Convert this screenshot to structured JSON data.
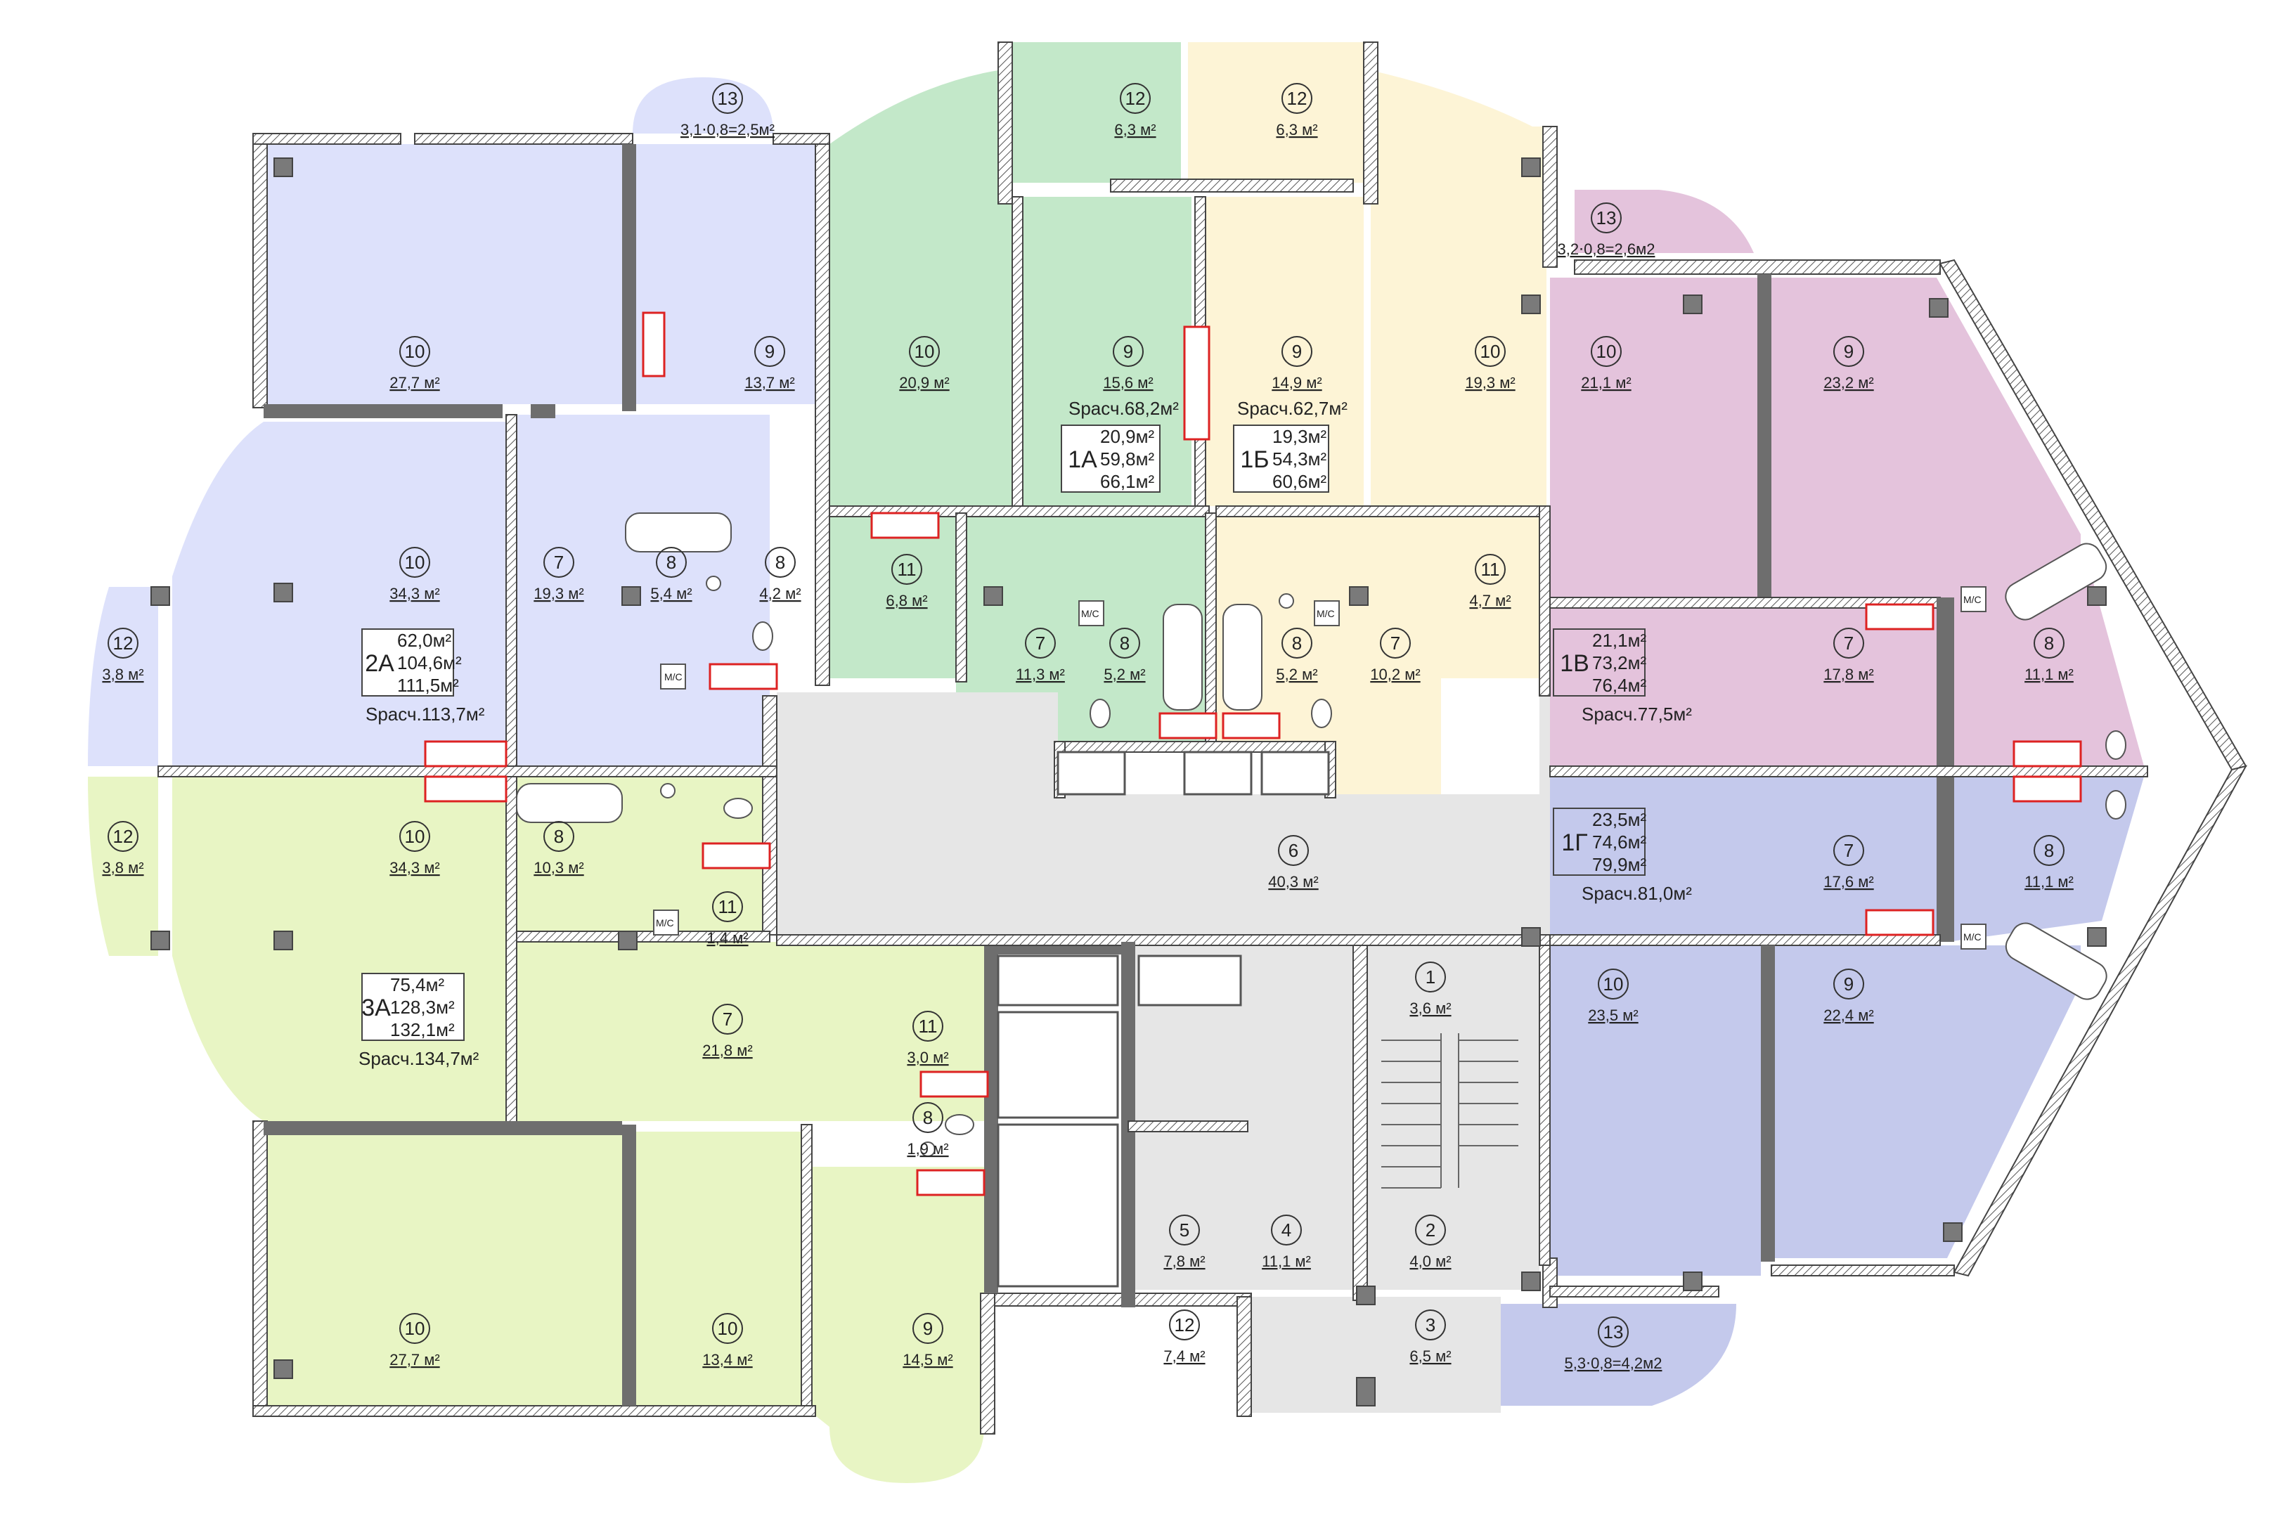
{
  "colors": {
    "blue_2a": "#dde1fb",
    "green_1a": "#c3e8c9",
    "yellow_1b": "#fdf4d6",
    "pink_1v": "#e4c3dc",
    "periwinkle_1g": "#c4c9ec",
    "lime_3a": "#e8f5c4",
    "corridor": "#e6e6e6",
    "wall": "#6e6e6e"
  },
  "icons": [
    "pillar-icon",
    "bathtub-icon",
    "toilet-icon",
    "sink-icon",
    "washer-icon",
    "vent-shaft-icon",
    "stair-icon"
  ],
  "rooms": [
    {
      "n": "13",
      "a": "3,1⋅0,8=2,5м²"
    },
    {
      "n": "10",
      "a": "27,7 м²"
    },
    {
      "n": "9",
      "a": "13,7 м²"
    },
    {
      "n": "10",
      "a": "34,3 м²"
    },
    {
      "n": "7",
      "a": "19,3 м²"
    },
    {
      "n": "8",
      "a": "5,4 м²"
    },
    {
      "n": "8",
      "a": "4,2 м²"
    },
    {
      "n": "12",
      "a": "3,8 м²"
    },
    {
      "n": "12",
      "a": "3,8 м²"
    },
    {
      "n": "10",
      "a": "34,3 м²"
    },
    {
      "n": "8",
      "a": "10,3 м²"
    },
    {
      "n": "11",
      "a": "1,4 м²"
    },
    {
      "n": "7",
      "a": "21,8 м²"
    },
    {
      "n": "11",
      "a": "3,0 м²"
    },
    {
      "n": "8",
      "a": "1,9 м²"
    },
    {
      "n": "10",
      "a": "27,7 м²"
    },
    {
      "n": "10",
      "a": "13,4 м²"
    },
    {
      "n": "9",
      "a": "14,5 м²"
    },
    {
      "n": "12",
      "a": "6,3 м²"
    },
    {
      "n": "12",
      "a": "6,3 м²"
    },
    {
      "n": "10",
      "a": "20,9 м²"
    },
    {
      "n": "9",
      "a": "15,6 м²"
    },
    {
      "n": "9",
      "a": "14,9 м²"
    },
    {
      "n": "10",
      "a": "19,3 м²"
    },
    {
      "n": "11",
      "a": "6,8 м²"
    },
    {
      "n": "7",
      "a": "11,3 м²"
    },
    {
      "n": "8",
      "a": "5,2 м²"
    },
    {
      "n": "8",
      "a": "5,2 м²"
    },
    {
      "n": "7",
      "a": "10,2 м²"
    },
    {
      "n": "11",
      "a": "4,7 м²"
    },
    {
      "n": "6",
      "a": "40,3 м²"
    },
    {
      "n": "1",
      "a": "3,6 м²"
    },
    {
      "n": "2",
      "a": "4,0 м²"
    },
    {
      "n": "3",
      "a": "6,5 м²"
    },
    {
      "n": "4",
      "a": "11,1 м²"
    },
    {
      "n": "5",
      "a": "7,8 м²"
    },
    {
      "n": "12",
      "a": "7,4 м²"
    },
    {
      "n": "13",
      "a": "3,2⋅0,8=2,6м2"
    },
    {
      "n": "10",
      "a": "21,1 м²"
    },
    {
      "n": "9",
      "a": "23,2 м²"
    },
    {
      "n": "7",
      "a": "17,8 м²"
    },
    {
      "n": "8",
      "a": "11,1 м²"
    },
    {
      "n": "7",
      "a": "17,6 м²"
    },
    {
      "n": "8",
      "a": "11,1 м²"
    },
    {
      "n": "10",
      "a": "23,5 м²"
    },
    {
      "n": "9",
      "a": "22,4 м²"
    },
    {
      "n": "13",
      "a": "5,3⋅0,8=4,2м2"
    }
  ],
  "apartments": {
    "a2": {
      "name": "2А",
      "l1": "62,0м²",
      "l2": "104,6м²",
      "l3": "111,5м²",
      "calc": "Sрасч.113,7м²"
    },
    "a3": {
      "name": "3А",
      "l1": "75,4м²",
      "l2": "128,3м²",
      "l3": "132,1м²",
      "calc": "Sрасч.134,7м²"
    },
    "a1a": {
      "name": "1А",
      "l1": "20,9м²",
      "l2": "59,8м²",
      "l3": "66,1м²",
      "calc": "Sрасч.68,2м²"
    },
    "a1b": {
      "name": "1Б",
      "l1": "19,3м²",
      "l2": "54,3м²",
      "l3": "60,6м²",
      "calc": "Sрасч.62,7м²"
    },
    "a1v": {
      "name": "1В",
      "l1": "21,1м²",
      "l2": "73,2м²",
      "l3": "76,4м²",
      "calc": "Sрасч.77,5м²"
    },
    "a1g": {
      "name": "1Г",
      "l1": "23,5м²",
      "l2": "74,6м²",
      "l3": "79,9м²",
      "calc": "Sрасч.81,0м²"
    }
  },
  "labels": {
    "ms": "М/С"
  }
}
